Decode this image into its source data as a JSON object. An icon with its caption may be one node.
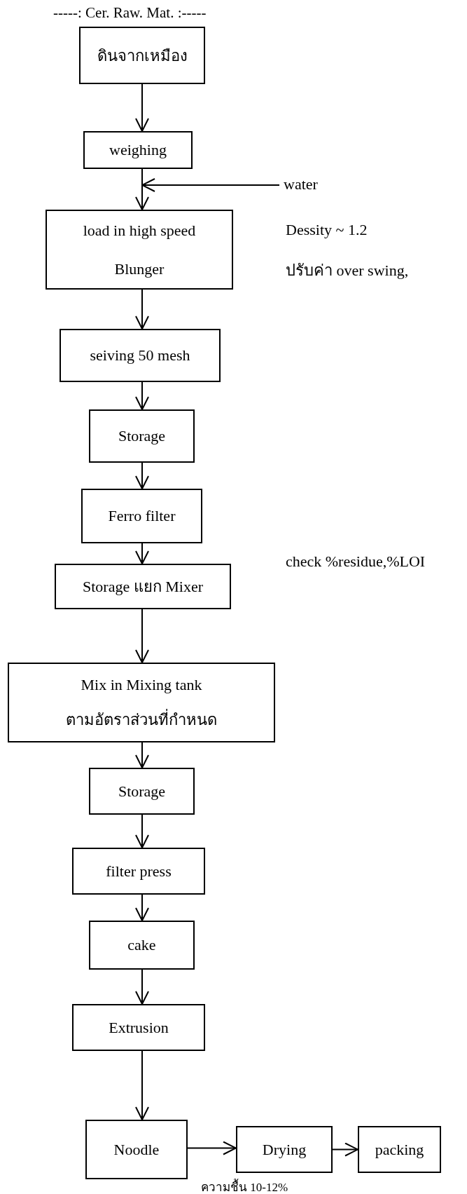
{
  "diagram": {
    "title": "-----: Cer. Raw. Mat. :-----",
    "nodes": [
      {
        "text": [
          "ดินจากเหมือง"
        ]
      },
      {
        "text": [
          "weighing"
        ]
      },
      {
        "text": [
          "water"
        ]
      },
      {
        "text": [
          "load in high speed Blunger"
        ]
      },
      {
        "text": [
          "seiving 50 mesh"
        ]
      },
      {
        "text": [
          "Storage"
        ]
      },
      {
        "text": [
          "Ferro filter"
        ]
      },
      {
        "text": [
          "Storage แยก Mixer"
        ]
      },
      {
        "text": [
          "Mix in Mixing tank ตามอัตราส่วนที่กำหนด"
        ]
      },
      {
        "text": [
          "Storage"
        ]
      },
      {
        "text": [
          "filter press"
        ]
      },
      {
        "text": [
          "cake"
        ]
      },
      {
        "text": [
          "Extrusion"
        ]
      },
      {
        "text": [
          "Noodle"
        ]
      },
      {
        "text": [
          "Drying"
        ],
        "beside": [
          "ความชื้น 10-12%"
        ]
      },
      {
        "text": [
          "packing"
        ]
      }
    ],
    "edges": [
      {
        "from": 0,
        "to": 1,
        "arrow": "to"
      },
      {
        "from": 1,
        "to": 3,
        "arrow": "to"
      },
      {
        "from": 2,
        "to": 3,
        "arrow": "to"
      },
      {
        "from": 3,
        "to": 4,
        "arrow": "to"
      },
      {
        "from": 4,
        "to": 5,
        "arrow": "to"
      },
      {
        "from": 5,
        "to": 6,
        "arrow": "to"
      },
      {
        "from": 6,
        "to": 7,
        "arrow": "to"
      },
      {
        "from": 7,
        "to": 8,
        "arrow": "to"
      },
      {
        "from": 8,
        "to": 9,
        "arrow": "to"
      },
      {
        "from": 9,
        "to": 10,
        "arrow": "to"
      },
      {
        "from": 10,
        "to": 11,
        "arrow": "to"
      },
      {
        "from": 11,
        "to": 12,
        "arrow": "to"
      },
      {
        "from": 12,
        "to": 13,
        "arrow": "to"
      },
      {
        "from": 13,
        "to": 14,
        "arrow": "to"
      },
      {
        "from": 14,
        "to": 15,
        "arrow": "to"
      }
    ],
    "labels": [
      "Dessity ~ 1.2",
      "ปรับค่า over swing,",
      "check %residue,%LOI"
    ]
  }
}
